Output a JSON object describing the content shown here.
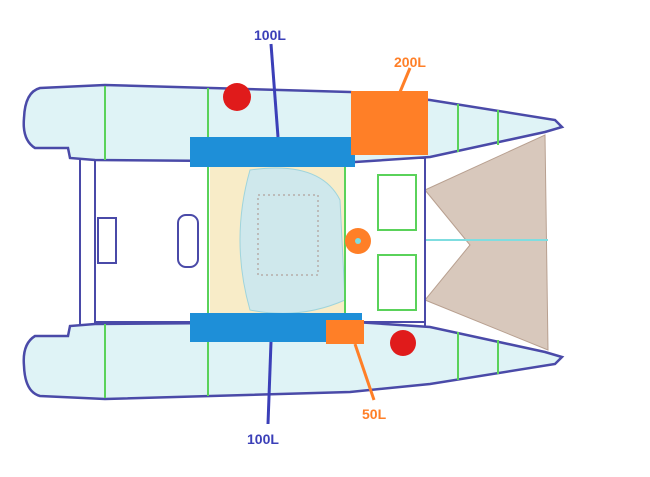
{
  "diagram": {
    "labels": {
      "top_fresh_tank": "100L",
      "bottom_fresh_tank": "100L",
      "top_fuel_tank": "200L",
      "bottom_fuel_tank": "50L"
    },
    "colors": {
      "water_tank": "#1e8fd8",
      "water_label": "#3b3fb8",
      "fuel_tank": "#ff7f27",
      "marker": "#e01b1b",
      "hull_outline": "#4a4aa8",
      "hull_fill": "#d8f0f4",
      "deck_wood": "#f8e8c0",
      "trampoline": "#c8b4a4"
    }
  }
}
